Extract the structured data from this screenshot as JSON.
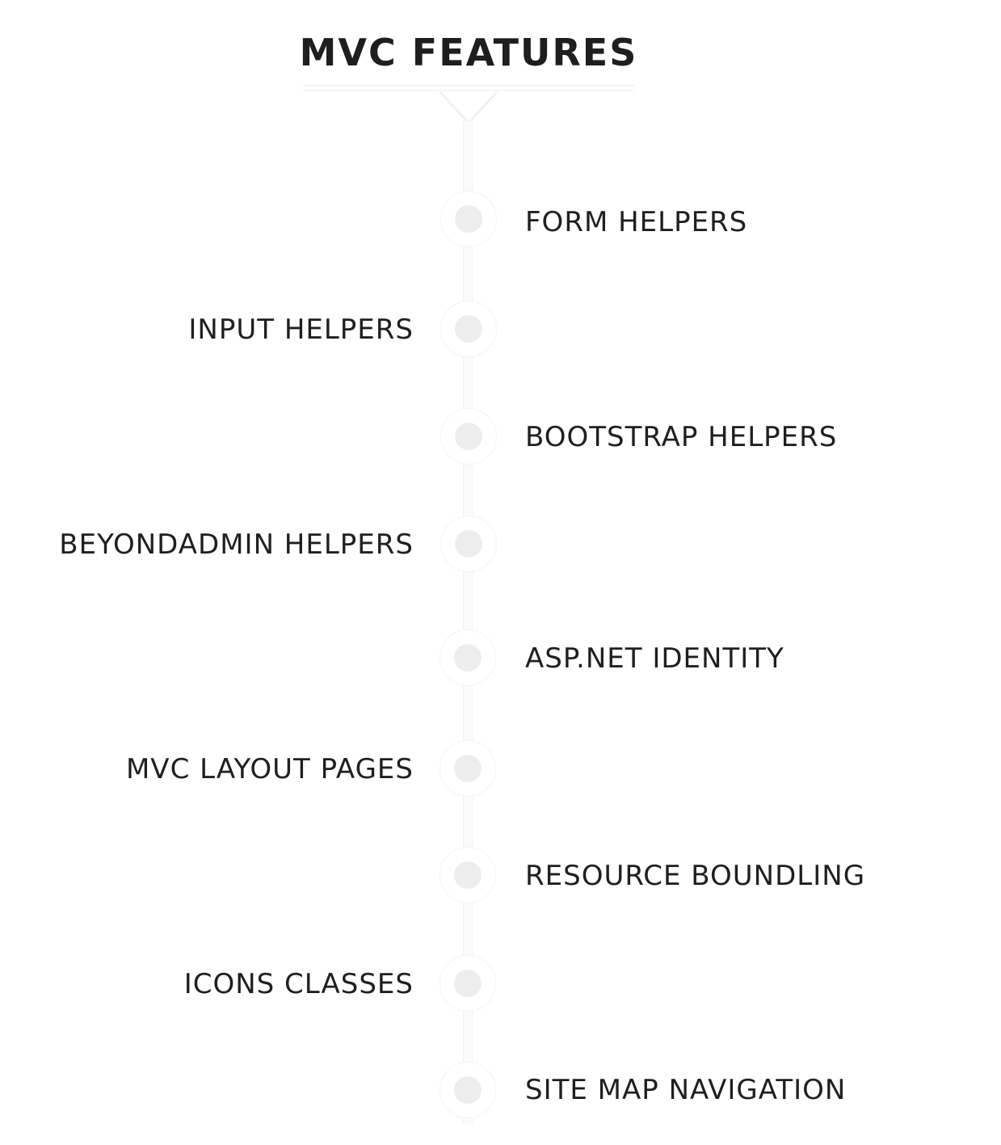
{
  "title": "MVC FEATURES",
  "colors": {
    "text": "#1f1f1f",
    "dot": "#ededed",
    "line": "#f1f1f1"
  },
  "timeline": {
    "items": [
      {
        "label": "FORM HELPERS",
        "side": "right"
      },
      {
        "label": "INPUT HELPERS",
        "side": "left"
      },
      {
        "label": "BOOTSTRAP HELPERS",
        "side": "right"
      },
      {
        "label": "BEYONDADMIN HELPERS",
        "side": "left"
      },
      {
        "label": "ASP.NET IDENTITY",
        "side": "right"
      },
      {
        "label": "MVC LAYOUT PAGES",
        "side": "left"
      },
      {
        "label": "RESOURCE BOUNDLING",
        "side": "right"
      },
      {
        "label": "ICONS CLASSES",
        "side": "left"
      },
      {
        "label": "SITE MAP NAVIGATION",
        "side": "right"
      }
    ]
  }
}
